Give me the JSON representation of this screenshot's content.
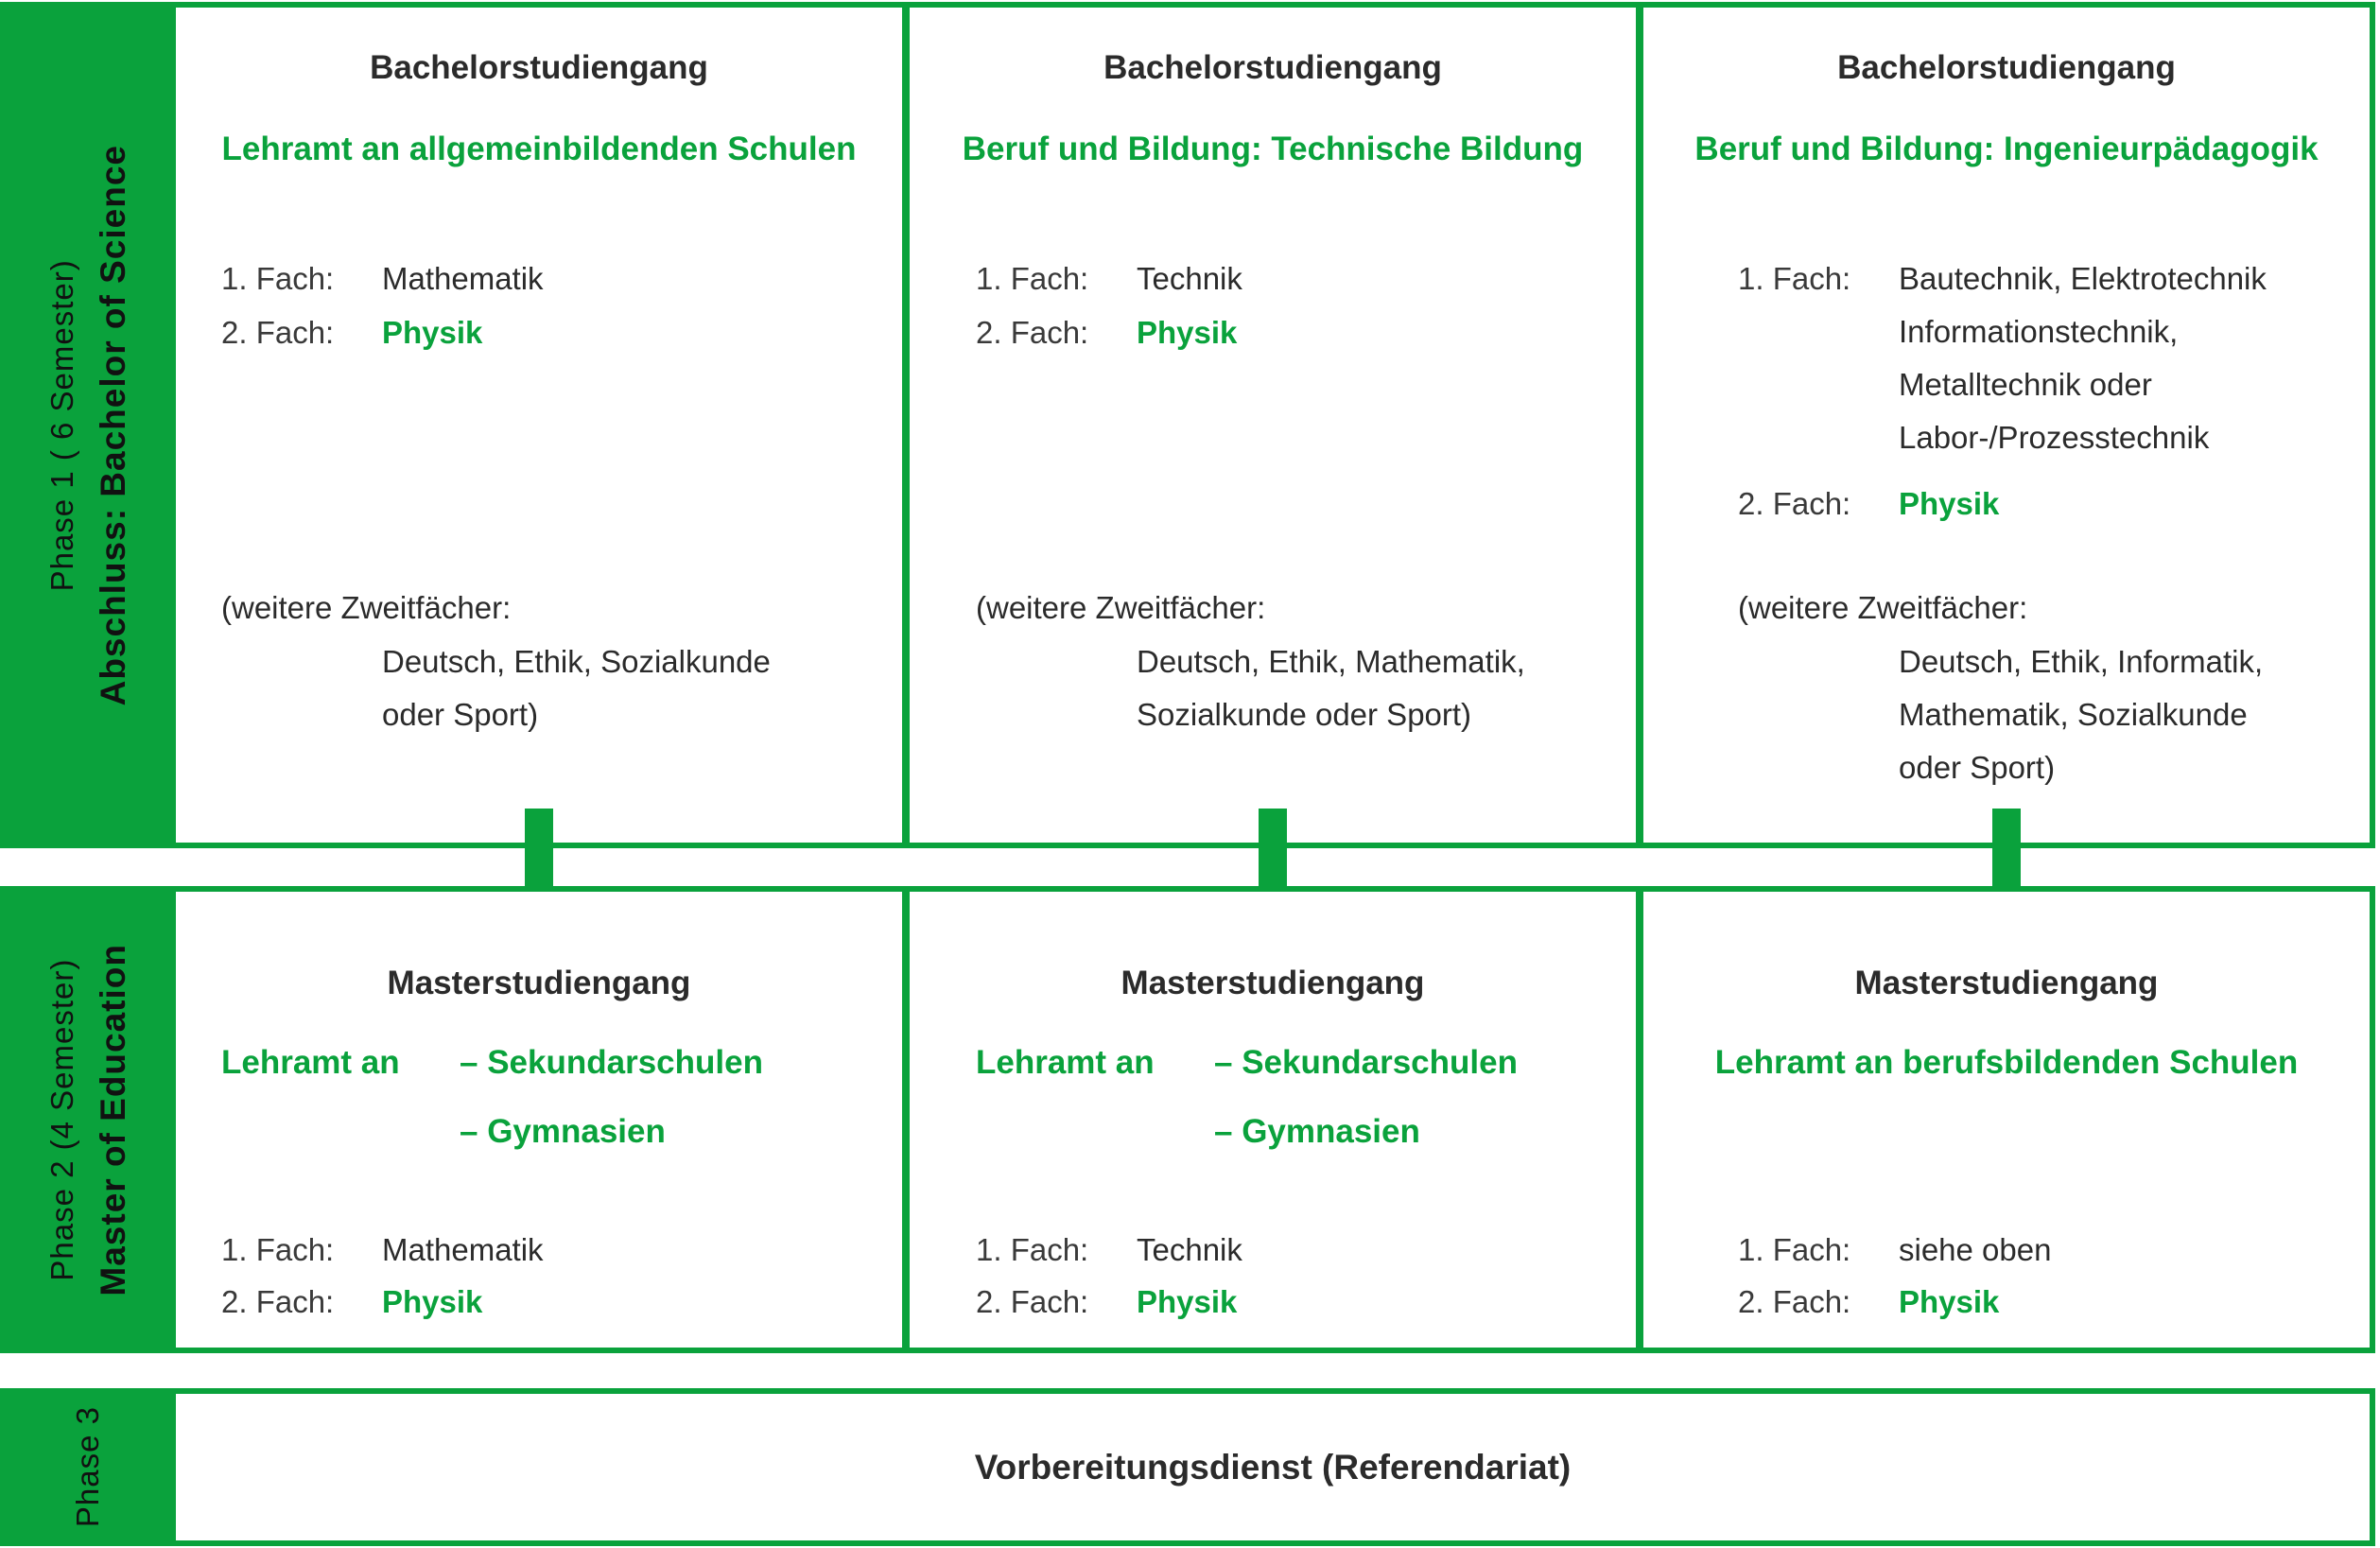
{
  "colors": {
    "green": "#0aa23c",
    "text_dark": "#2b2b2b",
    "text_label": "#3a3a3a"
  },
  "phase1": {
    "sidebar_line1": "Phase 1 ( 6 Semester)",
    "sidebar_line2": "Abschluss: Bachelor of Science",
    "columns": [
      {
        "title": "Bachelorstudiengang",
        "program": "Lehramt an allgemeinbildenden Schulen",
        "subject1_label": "1. Fach:",
        "subject1_value": "Mathematik",
        "subject2_label": "2. Fach:",
        "subject2_value": "Physik",
        "note_intro": "(weitere Zweitfächer:",
        "note_line1": "Deutsch, Ethik, Sozialkunde",
        "note_line2": "oder Sport)"
      },
      {
        "title": "Bachelorstudiengang",
        "program": "Beruf und Bildung: Technische Bildung",
        "subject1_label": "1. Fach:",
        "subject1_value": "Technik",
        "subject2_label": "2. Fach:",
        "subject2_value": "Physik",
        "note_intro": "(weitere Zweitfächer:",
        "note_line1": "Deutsch, Ethik, Mathematik,",
        "note_line2": "Sozialkunde oder Sport)"
      },
      {
        "title": "Bachelorstudiengang",
        "program": "Beruf und Bildung: Ingenieurpädagogik",
        "subject1_label": "1. Fach:",
        "subject1_line1": "Bautechnik, Elektrotechnik",
        "subject1_line2": "Informationstechnik,",
        "subject1_line3": "Metalltechnik oder",
        "subject1_line4": "Labor-/Prozesstechnik",
        "subject2_label": "2. Fach:",
        "subject2_value": "Physik",
        "note_intro": "(weitere Zweitfächer:",
        "note_line1": "Deutsch, Ethik, Informatik,",
        "note_line2": "Mathematik, Sozialkunde",
        "note_line3": "oder Sport)"
      }
    ]
  },
  "phase2": {
    "sidebar_line1": "Phase 2 (4 Semester)",
    "sidebar_line2": "Master of Education",
    "columns": [
      {
        "title": "Masterstudiengang",
        "lehramt_label": "Lehramt an",
        "school_type1": "– Sekundarschulen",
        "school_type2": "– Gymnasien",
        "subject1_label": "1. Fach:",
        "subject1_value": "Mathematik",
        "subject2_label": "2. Fach:",
        "subject2_value": "Physik"
      },
      {
        "title": "Masterstudiengang",
        "lehramt_label": "Lehramt an",
        "school_type1": "– Sekundarschulen",
        "school_type2": "– Gymnasien",
        "subject1_label": "1. Fach:",
        "subject1_value": "Technik",
        "subject2_label": "2. Fach:",
        "subject2_value": "Physik"
      },
      {
        "title": "Masterstudiengang",
        "program": "Lehramt an berufsbildenden Schulen",
        "subject1_label": "1. Fach:",
        "subject1_value": "siehe oben",
        "subject2_label": "2. Fach:",
        "subject2_value": "Physik"
      }
    ]
  },
  "phase3": {
    "sidebar_line1": "Phase 3",
    "label": "Vorbereitungsdienst (Referendariat)"
  }
}
